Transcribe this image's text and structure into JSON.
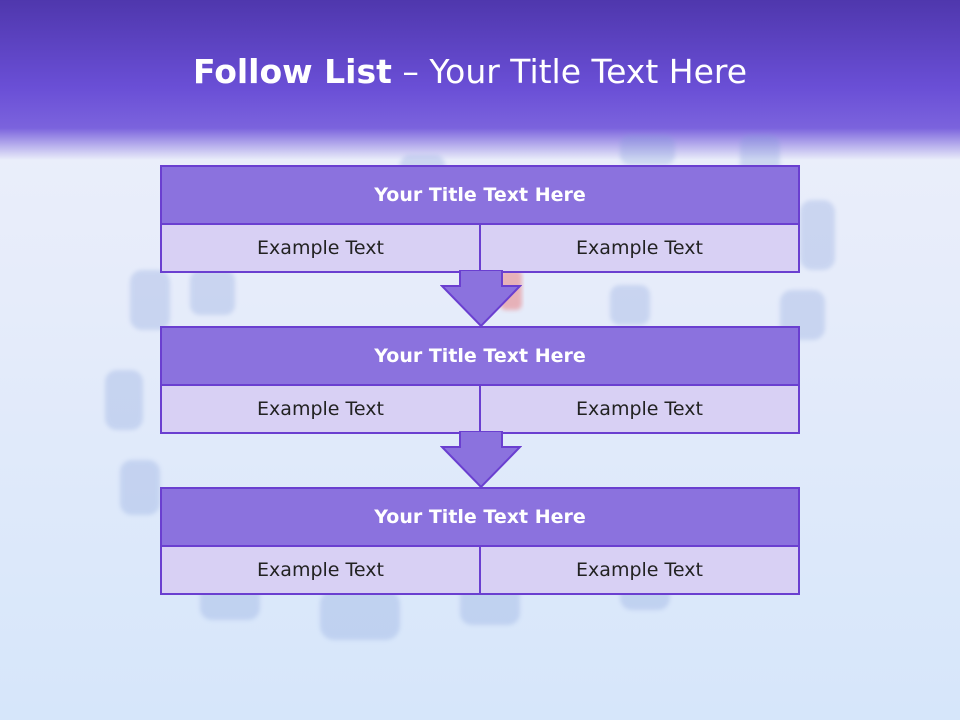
{
  "slide": {
    "title_bold": "Follow List",
    "title_rest": " – Your Title Text Here"
  },
  "blocks": [
    {
      "title": "Your Title Text Here",
      "left": "Example Text",
      "right": "Example Text"
    },
    {
      "title": "Your Title Text Here",
      "left": "Example Text",
      "right": "Example Text"
    },
    {
      "title": "Your Title Text Here",
      "left": "Example Text",
      "right": "Example Text"
    }
  ],
  "colors": {
    "header": "#6a4fd6",
    "block_title_fill": "#8b72de",
    "block_cell_fill": "#d8d0f4",
    "border": "#6a3fd0",
    "arrow": "#8b72de"
  }
}
